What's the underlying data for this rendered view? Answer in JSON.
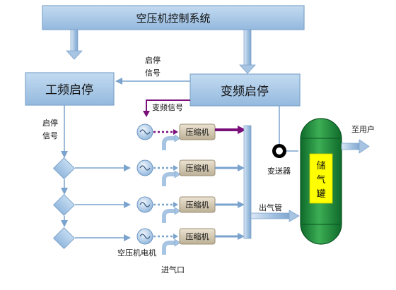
{
  "diagram": {
    "title_box": "空压机控制系统",
    "power_frequency_start": "工频启停",
    "variable_frequency_start": "变频启停",
    "start_stop_signal_top_line1": "启停",
    "start_stop_signal_top_line2": "信号",
    "variable_frequency_signal": "变频信号",
    "start_stop_signal_left_line1": "启停",
    "start_stop_signal_left_line2": "信号",
    "compressor_labels": [
      "压缩机",
      "压缩机",
      "压缩机",
      "压缩机"
    ],
    "air_motor_label": "空压机电机",
    "air_inlet_label": "进气口",
    "transmitter_label": "变送器",
    "outlet_pipe_label": "出气管",
    "tank_label": [
      "储",
      "气",
      "罐"
    ],
    "to_user_label": "至用户"
  },
  "colors": {
    "box_fill": "#a9c8e6",
    "box_stroke": "#7fa5cc",
    "arrow_blue": "#7aa3cd",
    "signal_purple": "#7a0f7a",
    "tank_green": "#1f8a3b",
    "tank_label_bg": "#ffff00",
    "compressor_fill": "#d4c9b3"
  }
}
